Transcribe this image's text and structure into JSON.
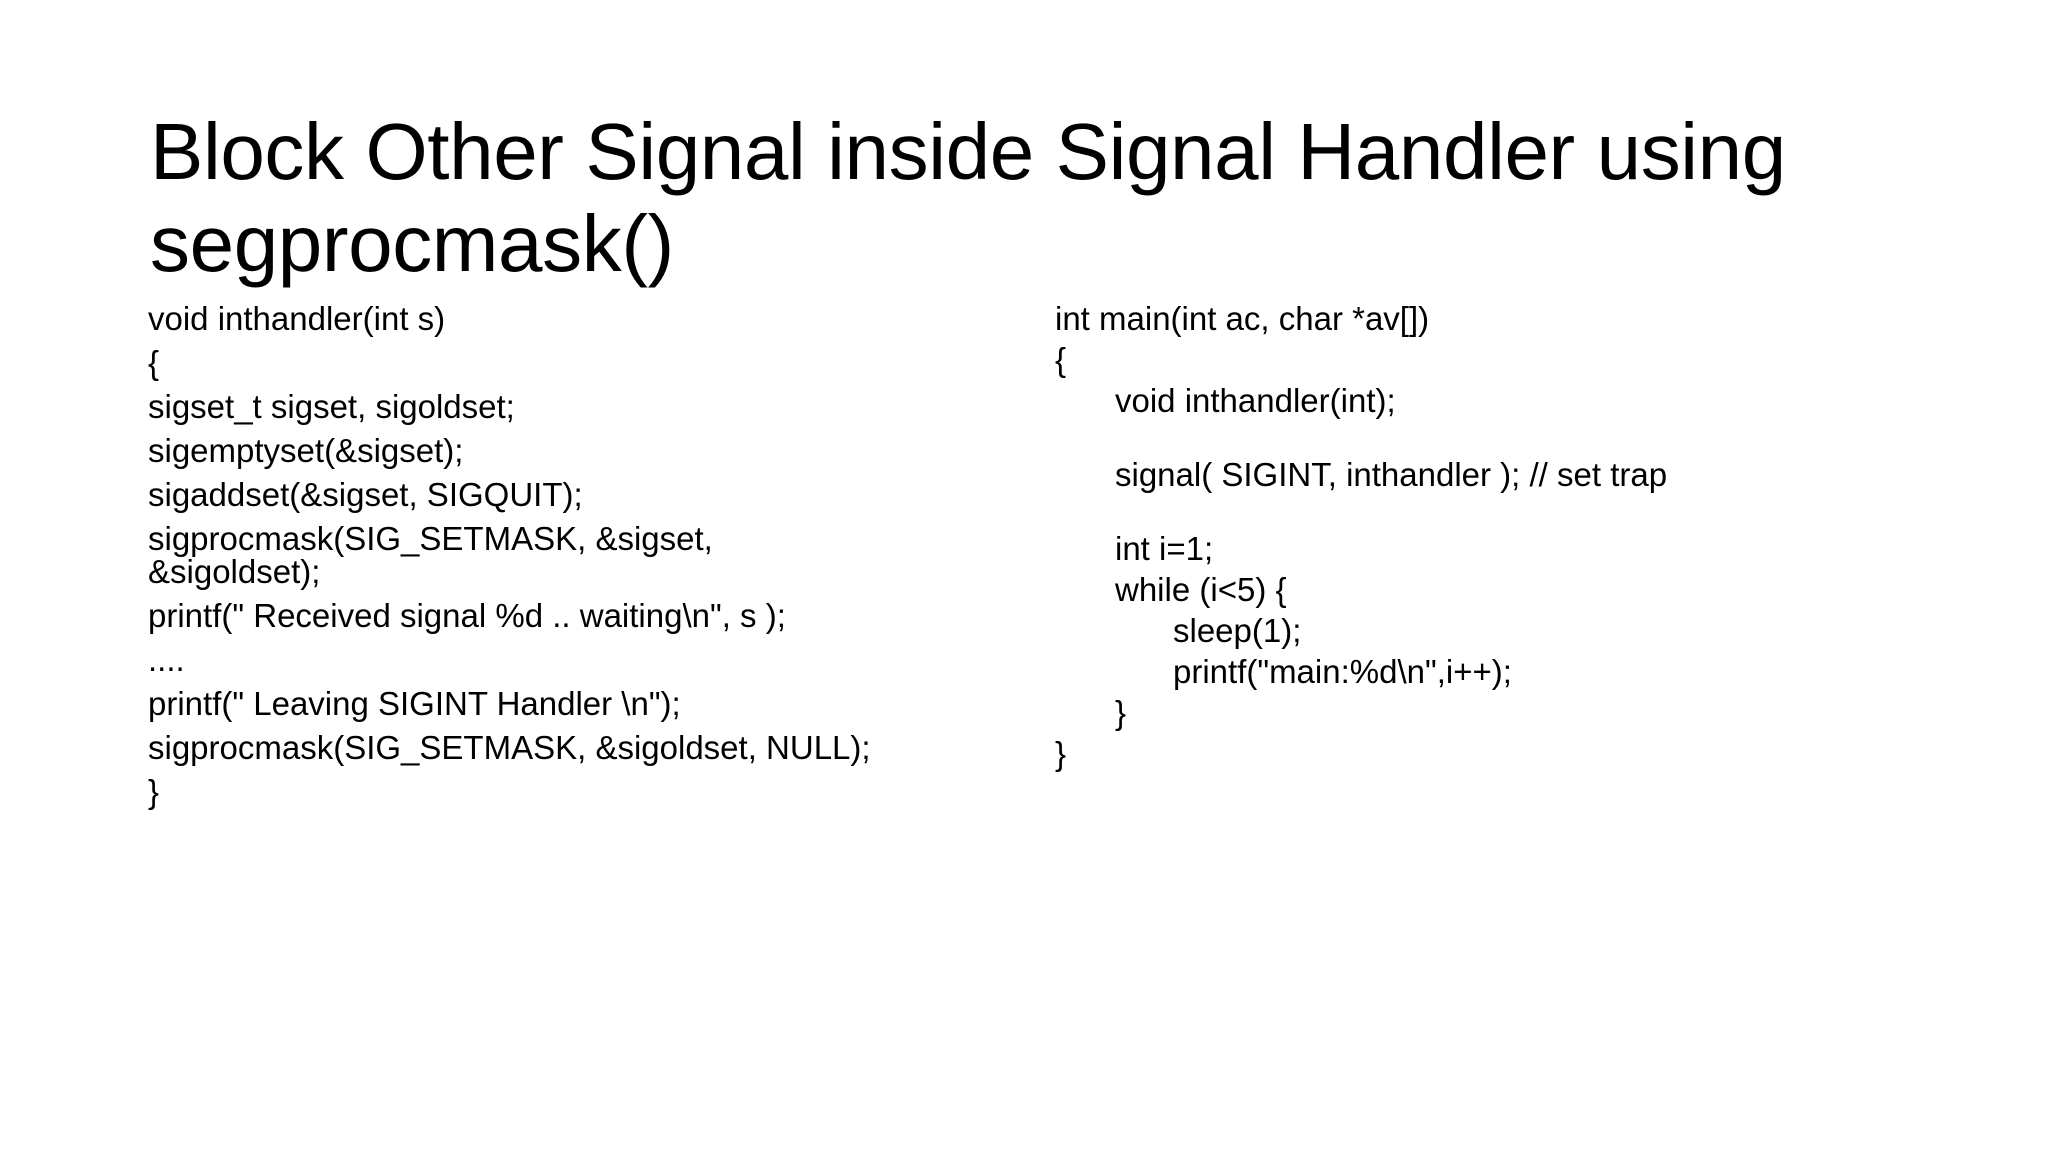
{
  "slide": {
    "title": "Block Other Signal inside Signal Handler using segprocmask()",
    "background_color": "#ffffff",
    "text_color": "#000000"
  },
  "left_column": {
    "name": "signal-handler-code",
    "lines": [
      {
        "text": "void inthandler(int s)",
        "indent": 0,
        "wrapped": false
      },
      {
        "text": "{",
        "indent": 0,
        "wrapped": false
      },
      {
        "text": "sigset_t sigset, sigoldset;",
        "indent": 0,
        "wrapped": false
      },
      {
        "text": "sigemptyset(&sigset);",
        "indent": 0,
        "wrapped": false
      },
      {
        "text": "sigaddset(&sigset, SIGQUIT);",
        "indent": 0,
        "wrapped": false
      },
      {
        "text": "sigprocmask(SIG_SETMASK, &sigset,",
        "indent": 0,
        "wrapped": false
      },
      {
        "text": "&sigoldset);",
        "indent": 0,
        "wrapped": true
      },
      {
        "text": "printf(\" Received signal %d .. waiting\\n\", s );",
        "indent": 0,
        "wrapped": false
      },
      {
        "text": "....",
        "indent": 0,
        "wrapped": false
      },
      {
        "text": "printf(\" Leaving SIGINT Handler \\n\");",
        "indent": 0,
        "wrapped": false
      },
      {
        "text": "sigprocmask(SIG_SETMASK, &sigoldset, NULL);",
        "indent": 0,
        "wrapped": false
      },
      {
        "text": "}",
        "indent": 0,
        "wrapped": false
      }
    ]
  },
  "right_column": {
    "name": "main-function-code",
    "lines": [
      {
        "text": "int main(int ac, char *av[])",
        "indent": 0,
        "gap_after": false
      },
      {
        "text": "{",
        "indent": 0,
        "gap_after": false
      },
      {
        "text": "void inthandler(int);",
        "indent": 1,
        "gap_after": true
      },
      {
        "text": "signal( SIGINT, inthandler ); // set trap",
        "indent": 1,
        "gap_after": true
      },
      {
        "text": "int i=1;",
        "indent": 1,
        "gap_after": false
      },
      {
        "text": "while (i<5) {",
        "indent": 1,
        "gap_after": false
      },
      {
        "text": "sleep(1);",
        "indent": 2,
        "gap_after": false
      },
      {
        "text": "printf(\"main:%d\\n\",i++);",
        "indent": 2,
        "gap_after": false
      },
      {
        "text": "}",
        "indent": 1,
        "gap_after": false
      },
      {
        "text": "}",
        "indent": 0,
        "gap_after": false
      }
    ]
  }
}
